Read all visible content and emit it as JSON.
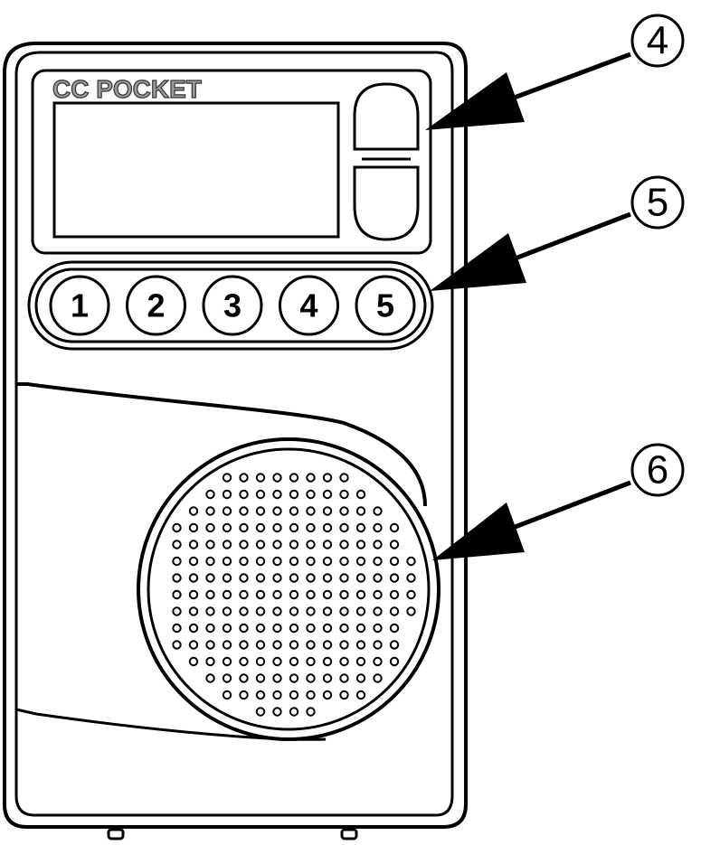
{
  "device": {
    "brand": "CC POCKET",
    "preset_buttons": [
      "1",
      "2",
      "3",
      "4",
      "5"
    ],
    "tuning_buttons": [
      "up",
      "down"
    ]
  },
  "callouts": [
    "4",
    "5",
    "6"
  ],
  "colors": {
    "line": "#000000",
    "brand": "#9a9a9a",
    "background": "#ffffff"
  }
}
